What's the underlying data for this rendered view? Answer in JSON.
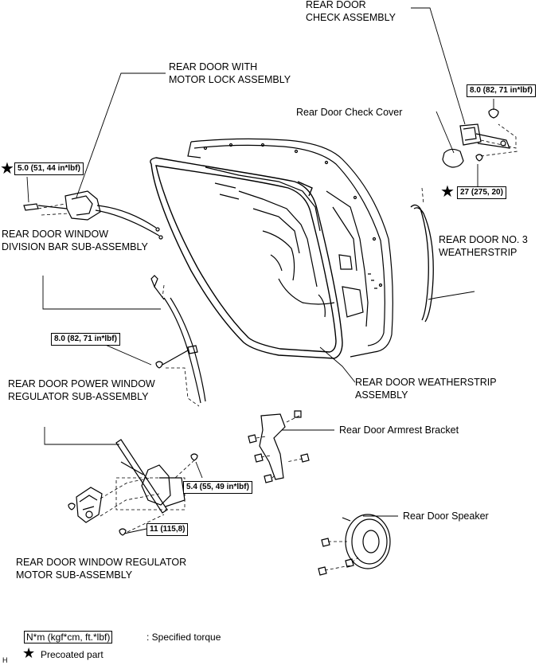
{
  "labels": {
    "check_assembly": [
      "REAR DOOR",
      "CHECK ASSEMBLY"
    ],
    "motor_lock": [
      "REAR DOOR WITH",
      "MOTOR LOCK ASSEMBLY"
    ],
    "check_cover": "Rear Door Check Cover",
    "division_bar": [
      "REAR DOOR WINDOW",
      "DIVISION BAR SUB-ASSEMBLY"
    ],
    "weatherstrip_no3": [
      "REAR DOOR NO. 3",
      "WEATHERSTRIP"
    ],
    "regulator": [
      "REAR DOOR POWER WINDOW",
      "REGULATOR SUB-ASSEMBLY"
    ],
    "weatherstrip": [
      "REAR DOOR WEATHERSTRIP",
      "ASSEMBLY"
    ],
    "armrest_bracket": "Rear Door Armrest Bracket",
    "speaker": "Rear Door Speaker",
    "regulator_motor": [
      "REAR DOOR  WINDOW REGULATOR",
      "MOTOR SUB-ASSEMBLY"
    ]
  },
  "torques": {
    "check": "8.0 (82, 71 in*lbf)",
    "check_bolt": "27 (275, 20)",
    "lock": "5.0 (51, 44 in*lbf)",
    "division": "8.0 (82, 71 in*lbf)",
    "regulator": "5.4 (55, 49 in*lbf)",
    "motor": "11 (115,8)"
  },
  "legend": {
    "unit_box": "N*m (kgf*cm, ft.*lbf)",
    "unit_text": ": Specified torque",
    "star_text": "Precoated part",
    "star_symbol": "★"
  },
  "corner_mark": "H"
}
